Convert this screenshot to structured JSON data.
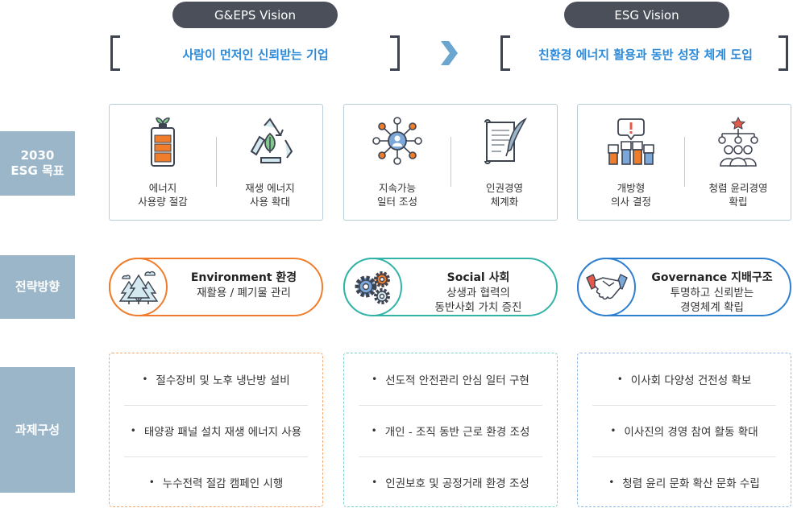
{
  "vision": {
    "left_title": "G&EPS Vision",
    "left_text": "사람이 먼저인 신뢰받는 기업",
    "right_title": "ESG Vision",
    "right_text": "친환경 에너지 활용과 동반 성장 체계 도입"
  },
  "labels": {
    "goal": "2030\nESG 목표",
    "strategy": "전략방향",
    "task": "과제구성"
  },
  "goals": [
    {
      "icon": "battery-icon",
      "text": "에너지\n사용량 절감"
    },
    {
      "icon": "recycle-leaf-icon",
      "text": "재생 에너지\n사용 확대"
    },
    {
      "icon": "network-person-icon",
      "text": "지속가능\n일터 조성"
    },
    {
      "icon": "document-quill-icon",
      "text": "인권경영\n체계화"
    },
    {
      "icon": "raised-hands-icon",
      "text": "개방형\n의사 결정"
    },
    {
      "icon": "team-hierarchy-icon",
      "text": "청렴 윤리경영\n확립"
    }
  ],
  "strategies": [
    {
      "title": "Environment 환경",
      "desc": "재활용 / 폐기물 관리",
      "color": "#ef7d2b",
      "icon": "forest-icon"
    },
    {
      "title": "Social 사회",
      "desc": "상생과 협력의\n동반사회 가치 증진",
      "color": "#31b3a7",
      "icon": "gears-icon"
    },
    {
      "title": "Governance 지배구조",
      "desc": "투명하고 신뢰받는\n경영체계 확립",
      "color": "#2f7fd1",
      "icon": "handshake-icon"
    }
  ],
  "tasks": [
    {
      "color": "#f2a872",
      "items": [
        "절수장비 및 노후 냉난방 설비",
        "태양광 패널 설치 재생 에너지 사용",
        "누수전력 절감 캠페인 시행"
      ]
    },
    {
      "color": "#7fcfca",
      "items": [
        "선도적 안전관리 안심 일터 구현",
        "개인 - 조직 동반 근로 환경 조성",
        "인권보호 및 공정거래 환경 조성"
      ]
    },
    {
      "color": "#8fb9e6",
      "items": [
        "이사회 다양성 건전성 확보",
        "이사진의 경영 참여 활동 확대",
        "청렴 윤리 문화 확산 문화 수립"
      ]
    }
  ]
}
